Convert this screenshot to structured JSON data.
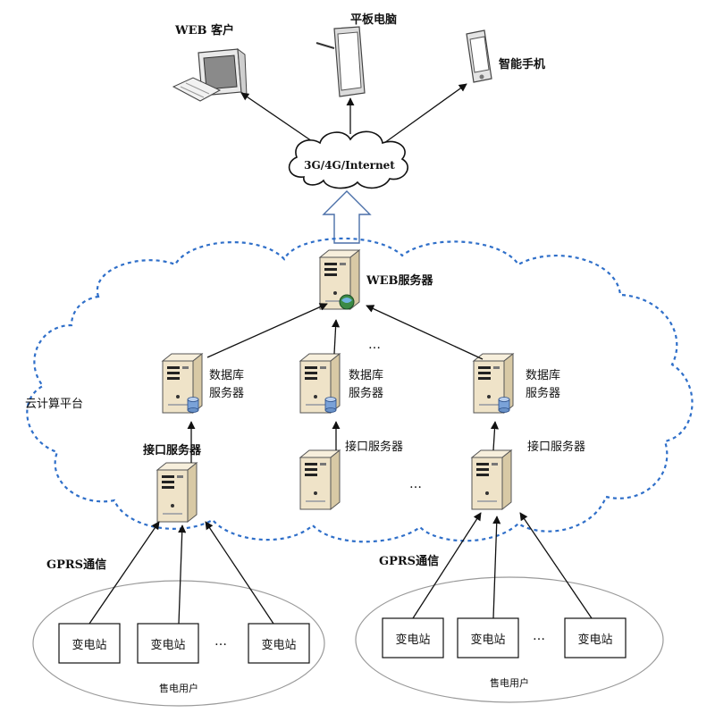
{
  "clients": {
    "web": "WEB 客户",
    "tablet": "平板电脑",
    "phone": "智能手机"
  },
  "network": {
    "label": "3G/4G/Internet"
  },
  "cloud": {
    "label": "云计算平台",
    "web_server": "WEB服务器",
    "db_server_line1": "数据库",
    "db_server_line2": "服务器",
    "interface_server": "接口服务器",
    "ellipsis": "…"
  },
  "comm": {
    "gprs": "GPRS通信"
  },
  "users": {
    "group_label": "售电用户",
    "substation": "变电站",
    "ellipsis": "…"
  },
  "colors": {
    "cloud_border": "#2f6fc9",
    "line": "#111111",
    "server_body": "#efe3c8",
    "db_cylinder": "#7aa2d8",
    "globe": "#2f7d3a",
    "ellipse": "#9a9a9a"
  }
}
